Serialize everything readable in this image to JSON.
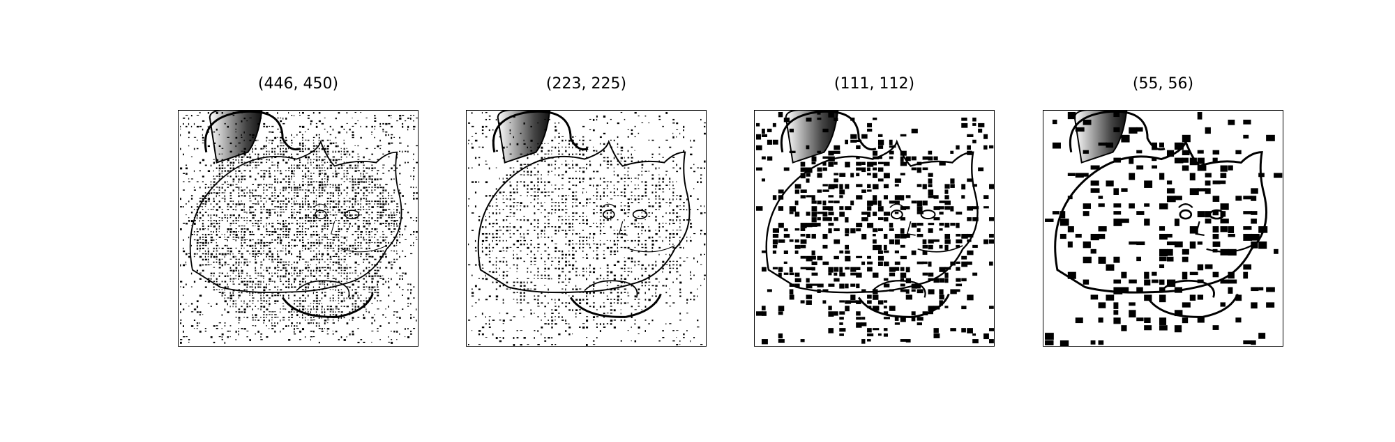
{
  "figure": {
    "background": "#ffffff",
    "image_style": "black-and-white edge-detected photo of a tabby cat curled on a cushion",
    "panels": [
      {
        "title": "(446, 450)",
        "detail": "fine"
      },
      {
        "title": "(223, 225)",
        "detail": "medium"
      },
      {
        "title": "(111, 112)",
        "detail": "coarse"
      },
      {
        "title": "(55, 56)",
        "detail": "blocky"
      }
    ]
  }
}
